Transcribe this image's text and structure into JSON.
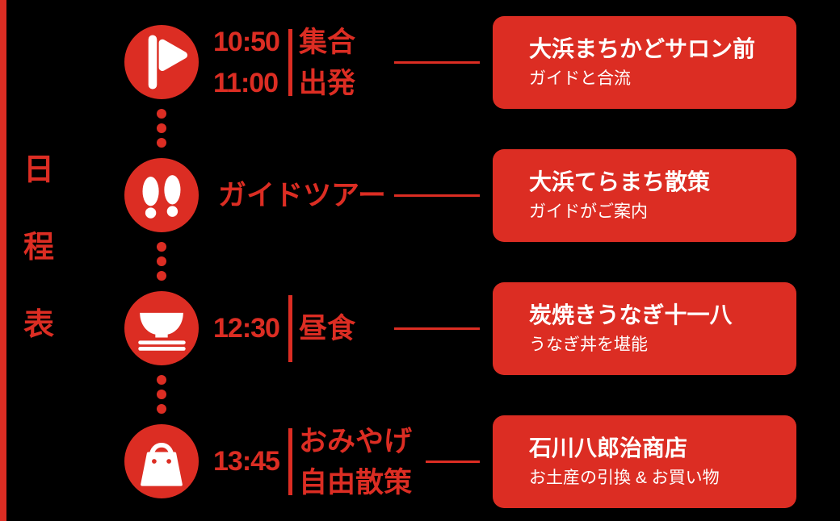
{
  "page": {
    "background_color": "#000000",
    "accent_color": "#dc2d23",
    "text_on_card_color": "#ffffff"
  },
  "sidebar": {
    "title": "日程表",
    "title_chars": [
      "日",
      "程",
      "表"
    ]
  },
  "timeline": {
    "rows": [
      {
        "icon": "flag-icon",
        "times": [
          "10:50",
          "11:00"
        ],
        "labels": [
          "集合",
          "出発"
        ],
        "card": {
          "title": "大浜まちかどサロン前",
          "subtitle": "ガイドと合流"
        }
      },
      {
        "icon": "footprints-icon",
        "times": [],
        "labels": [
          "ガイドツアー"
        ],
        "card": {
          "title": "大浜てらまち散策",
          "subtitle": "ガイドがご案内"
        }
      },
      {
        "icon": "rice-bowl-icon",
        "times": [
          "12:30"
        ],
        "labels": [
          "昼食"
        ],
        "card": {
          "title": "炭焼きうなぎ十一八",
          "subtitle": "うなぎ丼を堪能"
        }
      },
      {
        "icon": "shopping-bag-icon",
        "times": [
          "13:45"
        ],
        "labels": [
          "おみやげ",
          "自由散策"
        ],
        "card": {
          "title": "石川八郎治商店",
          "subtitle": "お土産の引換 & お買い物"
        }
      }
    ]
  }
}
